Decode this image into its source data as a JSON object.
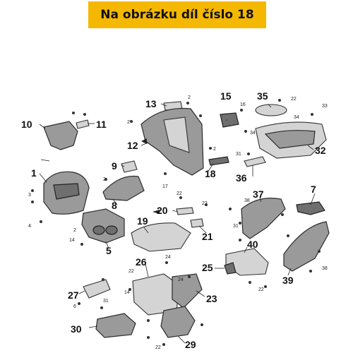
{
  "banner": {
    "text": "Na obrázku díl číslo 18",
    "color": "#f5b800"
  },
  "diagram": {
    "labels": {
      "p1": "1",
      "p5": "5",
      "p7": "7",
      "p8": "8",
      "p9": "9",
      "p10": "10",
      "p11": "11",
      "p12": "12",
      "p13": "13",
      "p15": "15",
      "p18": "18",
      "p19": "19",
      "p20": "20",
      "p21": "21",
      "p23": "23",
      "p25": "25",
      "p26": "26",
      "p27": "27",
      "p29": "29",
      "p30": "30",
      "p32": "32",
      "p35": "35",
      "p36": "36",
      "p37": "37",
      "p39": "39",
      "p40": "40"
    },
    "small_labels": {
      "s2a": "2",
      "s2b": "2",
      "s2c": "2",
      "s2d": "2",
      "s2e": "2",
      "s3": "3",
      "s4": "4",
      "s6": "6",
      "s14a": "14",
      "s14b": "14",
      "s16": "16",
      "s17": "17",
      "s22a": "22",
      "s22b": "22",
      "s22c": "22",
      "s22d": "22",
      "s22e": "22",
      "s22f": "22",
      "s24a": "24",
      "s24b": "24",
      "s31a": "31",
      "s31b": "31",
      "s31c": "31",
      "s33": "33",
      "s34a": "34",
      "s34b": "34",
      "s38a": "38",
      "s38b": "38"
    }
  }
}
